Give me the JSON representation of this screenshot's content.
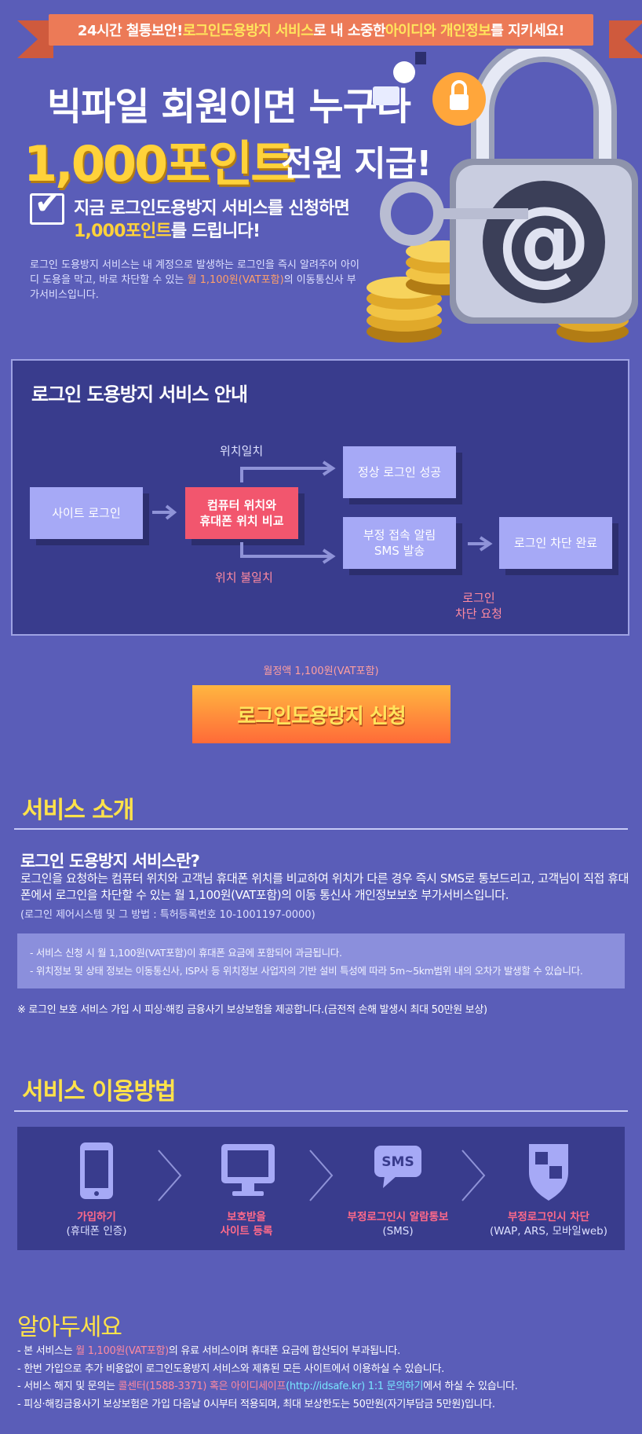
{
  "banner": {
    "text_a": "24시간  철통보안! ",
    "text_b": "로그인도용방지 서비스",
    "text_c": "로 내 소중한 ",
    "text_d": "아이디와 개인정보",
    "text_e": "를 지키세요!"
  },
  "hero": {
    "line1": "빅파일 회원이면 누구나",
    "points": "1,000포인트",
    "line2_rest": "전원 지급!",
    "sub1": "지금 로그인도용방지 서비스를 신청하면",
    "sub2_pts": "1,000포인트",
    "sub2_rest": "를 드립니다!",
    "desc_a": "로그인 도용방지 서비스는 내 계정으로 발생하는 로그인을 즉시 알려주어 아이디 도용을 막고, 바로 차단할 수 있는 ",
    "desc_price": "월 1,100원(VAT포함)",
    "desc_b": "의 이동통신사 부가서비스입니다."
  },
  "guide": {
    "title": "로그인 도용방지 서비스 안내",
    "site_login": "사이트 로그인",
    "compare": "컴퓨터 위치와\n휴대폰 위치 비교",
    "match": "위치일치",
    "mismatch": "위치 불일치",
    "success": "정상 로그인 성공",
    "alert": "부정 접속 알림\nSMS 발송",
    "blocked": "로그인 차단 완료",
    "block_request": "로그인\n차단 요청"
  },
  "apply": {
    "price_note": "월정액 1,100원(VAT포함)",
    "button": "로그인도용방지 신청"
  },
  "intro": {
    "title": "서비스 소개",
    "heading": "로그인 도용방지 서비스란?",
    "body": "로그인을 요청하는 컴퓨터 위치와 고객님 휴대폰 위치를 비교하여 위치가 다른 경우 즉시 SMS로 통보드리고, 고객님이 직접 휴대폰에서 로그인을 차단할 수 있는 월 1,100원(VAT포함)의 이동 통신사 개인정보보호 부가서비스입니다.",
    "patent": "(로그인 제어시스템 및 그 방법 : 특허등록번호 10-1001197-0000)",
    "notice1": "- 서비스 신청 시 월 1,100원(VAT포함)이 휴대폰 요금에 포함되어 과금됩니다.",
    "notice2": "- 위치정보 및 상태 정보는 이동통신사, ISP사 등 위치정보 사업자의 기반 설비 특성에 따라 5m~5km범위 내의 오차가 발생할 수 있습니다.",
    "insurance": "※ 로그인 보호 서비스 가입 시 피싱·해킹 금융사기 보상보험을 제공합니다.(금전적 손해 발생시 최대 50만원 보상)"
  },
  "usage": {
    "title": "서비스 이용방법",
    "steps": [
      {
        "icon": "phone-icon",
        "title": "가입하기",
        "sub": "(휴대폰 인증)"
      },
      {
        "icon": "monitor-icon",
        "title": "보호받을\n사이트 등록",
        "sub": ""
      },
      {
        "icon": "sms-icon",
        "title": "부정로그인시 알람통보",
        "sub": "(SMS)",
        "icon_text": "SMS"
      },
      {
        "icon": "shield-icon",
        "title": "부정로그인시 차단",
        "sub": "(WAP, ARS, 모바일web)"
      }
    ]
  },
  "know": {
    "title": "알아두세요",
    "l1_a": "- 본 서비스는 ",
    "l1_b": "월 1,100원(VAT포함)",
    "l1_c": "의 유료 서비스이며 휴대폰 요금에 합산되어 부과됩니다.",
    "l2": "- 한번 가입으로 추가 비용없이 로그인도용방지 서비스와 제휴된 모든 사이트에서 이용하실 수 있습니다.",
    "l3_a": "- 서비스 해지 및 문의는 ",
    "l3_b": "콜센터(1588-3371) 혹은 아이디세이프",
    "l3_c": "(http://idsafe.kr) 1:1 문의하기",
    "l3_d": "에서 하실 수 있습니다.",
    "l4": "- 피싱·해킹금융사기 보상보험은 가입 다음날 0시부터 적용되며, 최대 보상한도는 50만원(자기부담금 5만원)입니다."
  },
  "colors": {
    "bg": "#5a5db8",
    "accent_yellow": "#ffe24a",
    "accent_pink": "#f2566e",
    "flow_box": "#a6a9f6"
  }
}
